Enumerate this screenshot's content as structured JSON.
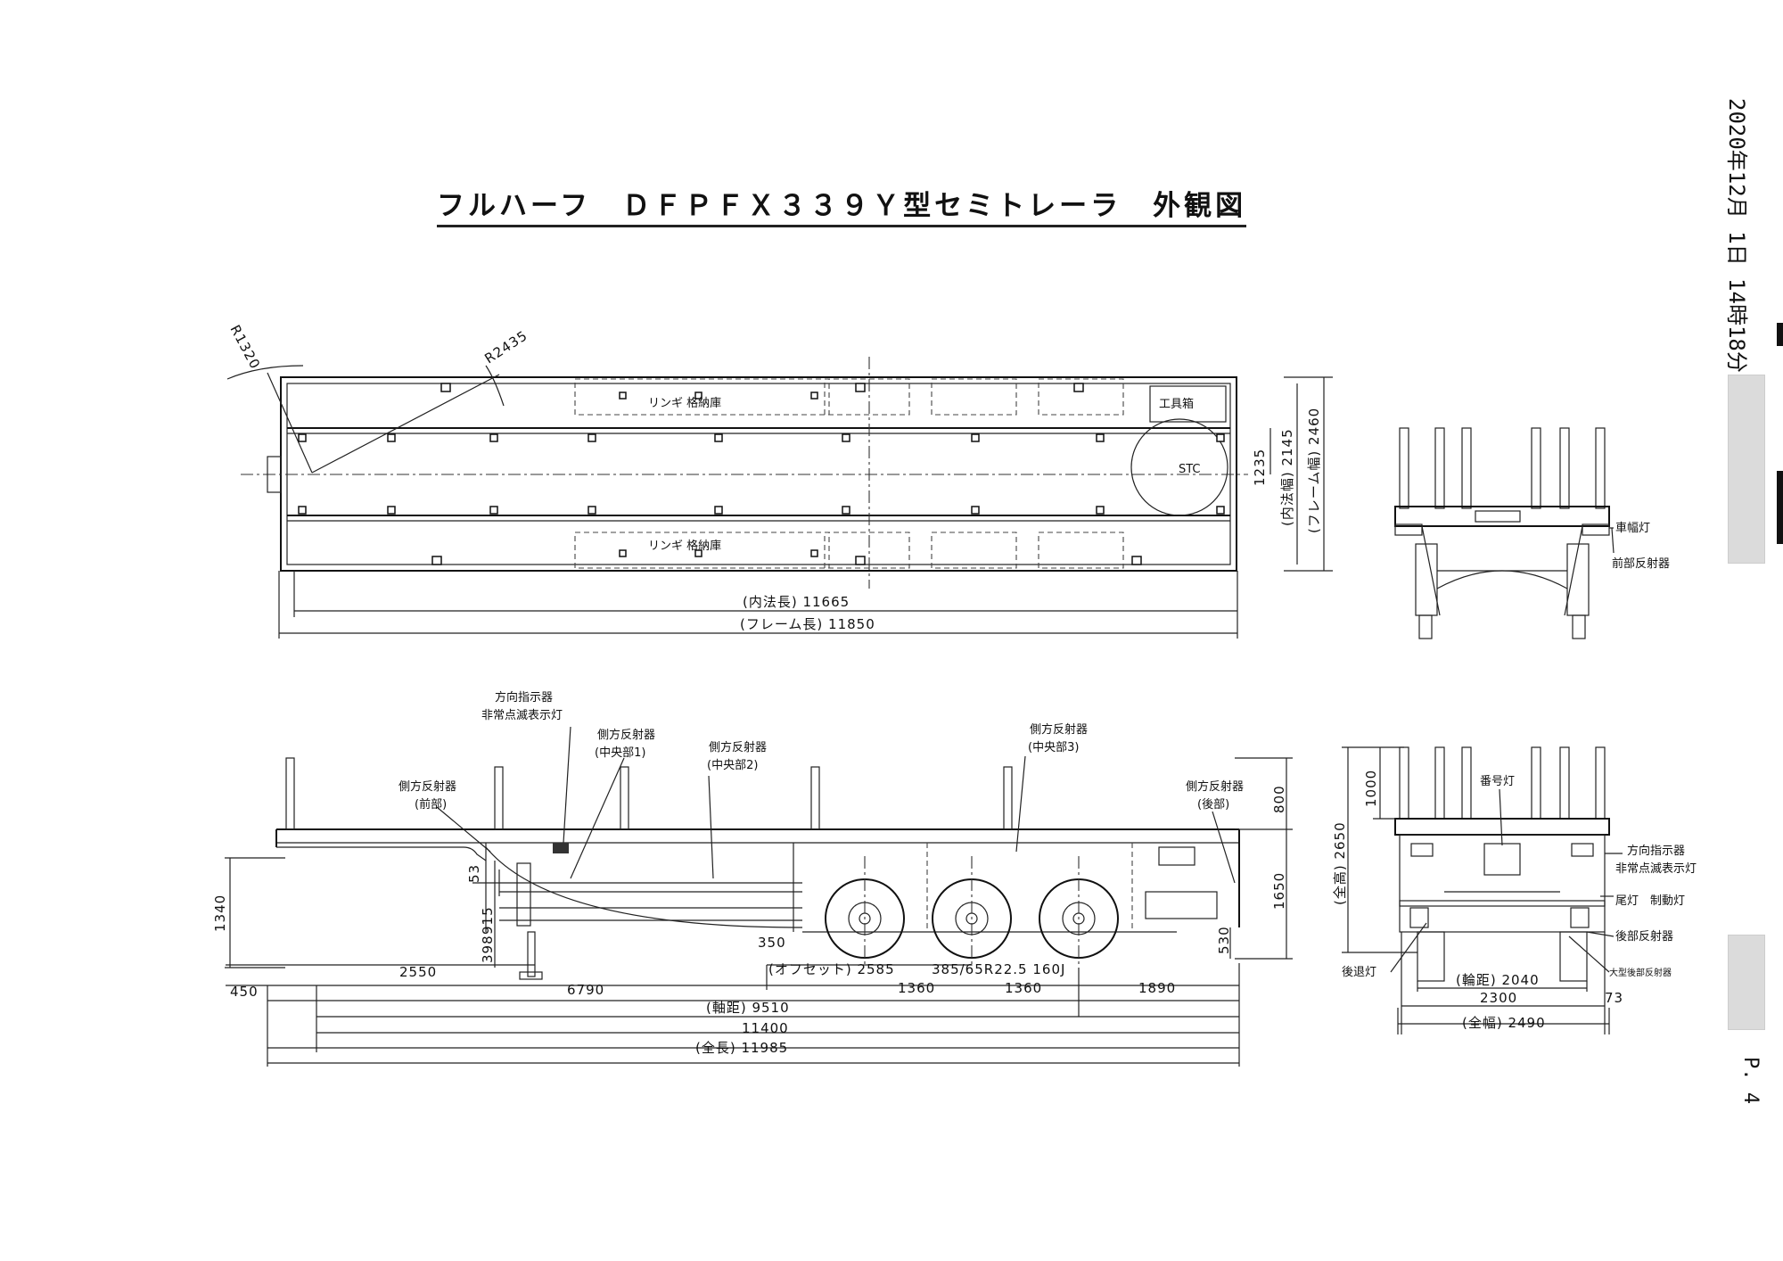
{
  "title": "フルハーフ　ＤＦＰＦＸ３３９Ｙ型セミトレーラ　外観図",
  "timestamp": "2020年12月 1日 14時18分",
  "page_number": "P. 4",
  "plan_view": {
    "radius_front": "R1320",
    "radius_kingpin": "R2435",
    "stanchion_pocket_upper": "リンギ 格納庫",
    "stanchion_pocket_lower": "リンギ 格納庫",
    "toolbox": "工具箱",
    "stc": "STC",
    "dim_1235": "1235",
    "dim_inner_width": "(内法幅) 2145",
    "dim_frame_width": "(フレーム幅) 2460",
    "dim_inner_length": "(内法長) 11665",
    "dim_frame_length": "(フレーム長) 11850"
  },
  "front_view": {
    "side_marker_lamp": "車幅灯",
    "front_reflector": "前部反射器"
  },
  "side_view": {
    "turn_signal": "方向指示器",
    "hazard_lamp": "非常点滅表示灯",
    "side_reflector_center1": "側方反射器",
    "side_reflector_center1_sub": "(中央部1)",
    "side_reflector_center2": "側方反射器",
    "side_reflector_center2_sub": "(中央部2)",
    "side_reflector_center3": "側方反射器",
    "side_reflector_center3_sub": "(中央部3)",
    "side_reflector_front": "側方反射器",
    "side_reflector_front_sub": "(前部)",
    "side_reflector_rear": "側方反射器",
    "side_reflector_rear_sub": "(後部)",
    "dim_1340": "1340",
    "dim_915": "915",
    "dim_398": "398",
    "dim_53": "53",
    "dim_350": "350",
    "dim_800": "800",
    "dim_1650": "1650",
    "dim_530": "530",
    "dim_450": "450",
    "dim_2550": "2550",
    "dim_6790": "6790",
    "dim_offset": "(オフセット) 2585",
    "tire_spec": "385/65R22.5 160J",
    "dim_1360a": "1360",
    "dim_1360b": "1360",
    "dim_1890": "1890",
    "dim_wheelbase": "(軸距) 9510",
    "dim_11400": "11400",
    "dim_overall_length": "(全長) 11985"
  },
  "rear_view": {
    "plate_lamp": "番号灯",
    "turn_signal": "方向指示器",
    "hazard_lamp": "非常点滅表示灯",
    "tail_brake_lamp": "尾灯　制動灯",
    "rear_reflector": "後部反射器",
    "large_rear_reflector": "大型後部反射器",
    "reverse_lamp": "後退灯",
    "dim_1000": "1000",
    "dim_overall_height": "(全高) 2650",
    "dim_track": "(輪距) 2040",
    "dim_2300": "2300",
    "dim_73": "73",
    "dim_overall_width": "(全幅) 2490"
  }
}
